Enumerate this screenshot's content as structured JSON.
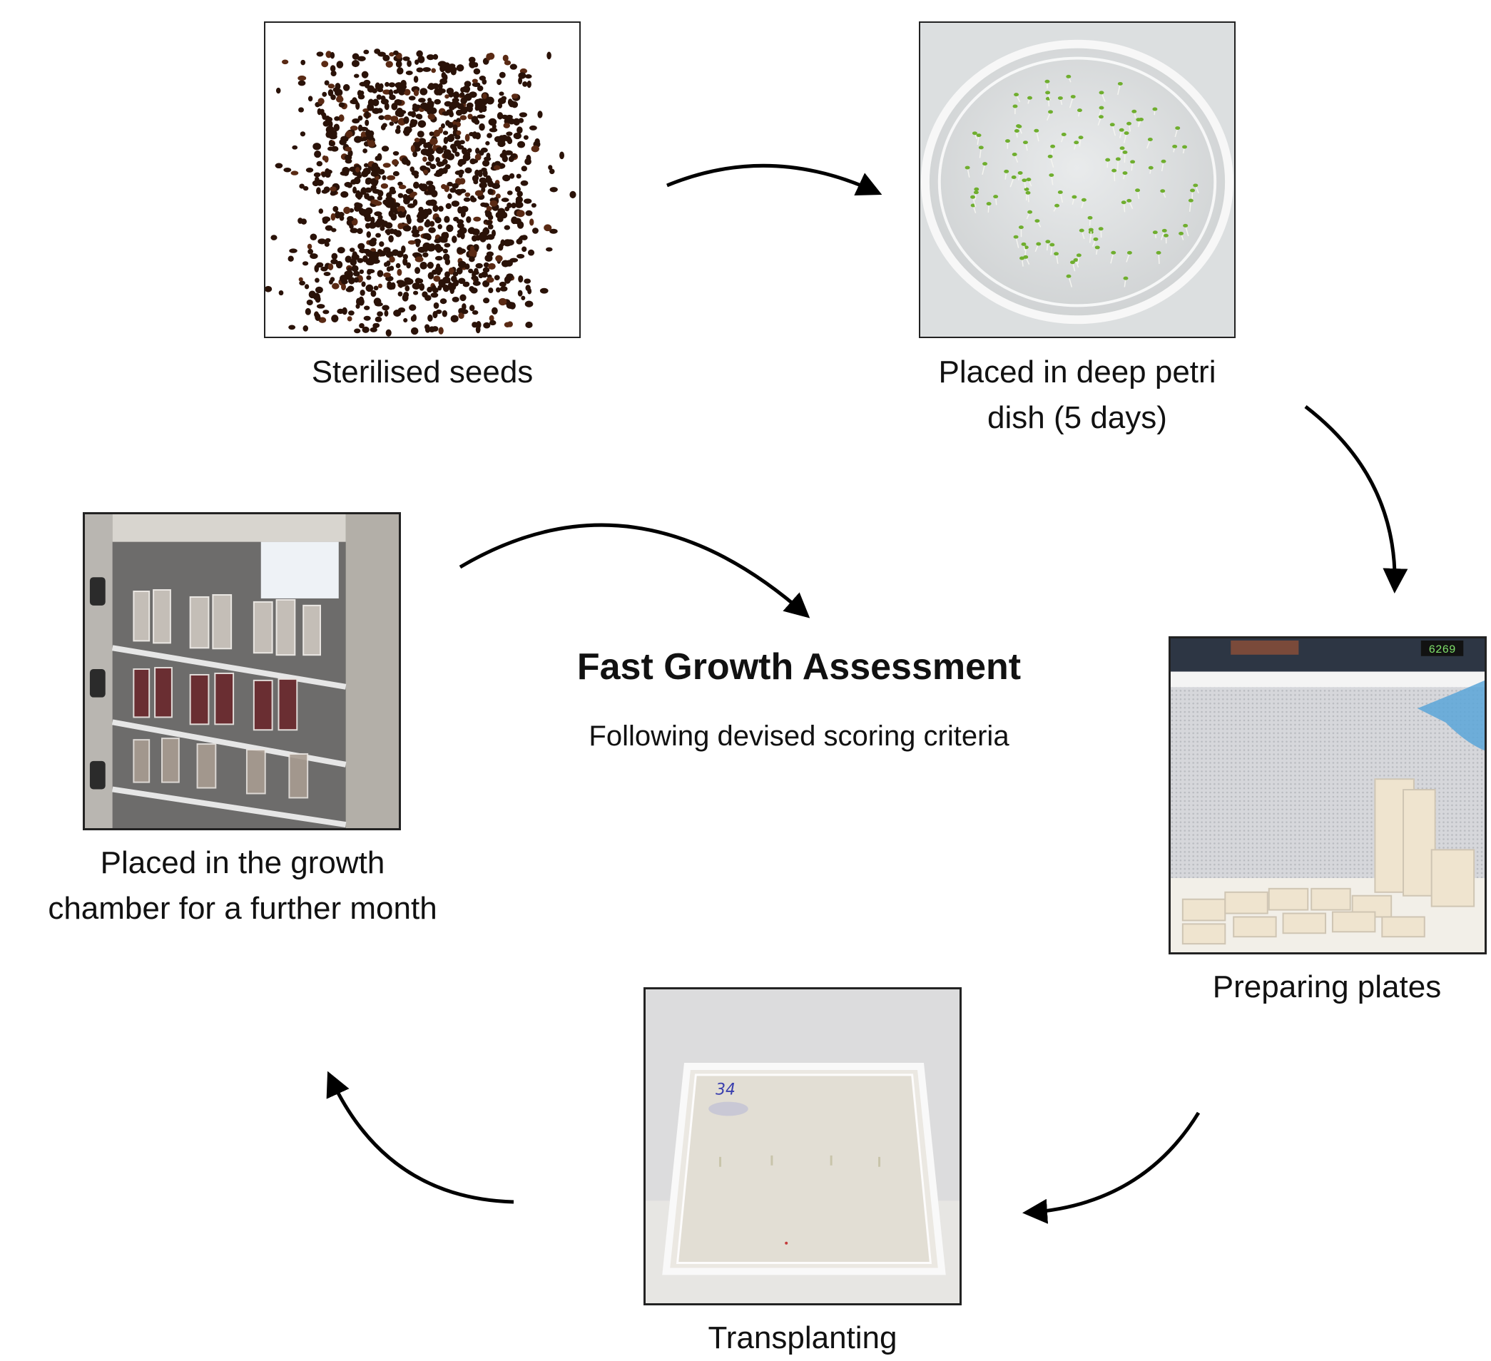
{
  "steps": [
    {
      "caption_line1": "Sterilised seeds",
      "caption_line2": "",
      "image": "seeds-photo"
    },
    {
      "caption_line1": "Placed in deep petri",
      "caption_line2": "dish (5 days)",
      "image": "petri-dish-photo"
    },
    {
      "caption_line1": "Preparing plates",
      "caption_line2": "",
      "image": "laminar-flow-hood-photo"
    },
    {
      "caption_line1": "Transplanting",
      "caption_line2": "",
      "image": "square-plate-photo"
    },
    {
      "caption_line1": "Placed in the growth",
      "caption_line2": "chamber for a further month",
      "image": "growth-chamber-photo"
    }
  ],
  "center": {
    "title": "Fast Growth Assessment",
    "subtitle": "Following devised scoring criteria"
  },
  "photo_text": {
    "plate_label": "34",
    "chamber_display": "6269"
  },
  "colors": {
    "arrow": "#000000",
    "text": "#111111",
    "seed": "#2a1208",
    "seedling": "#6fae2e"
  }
}
